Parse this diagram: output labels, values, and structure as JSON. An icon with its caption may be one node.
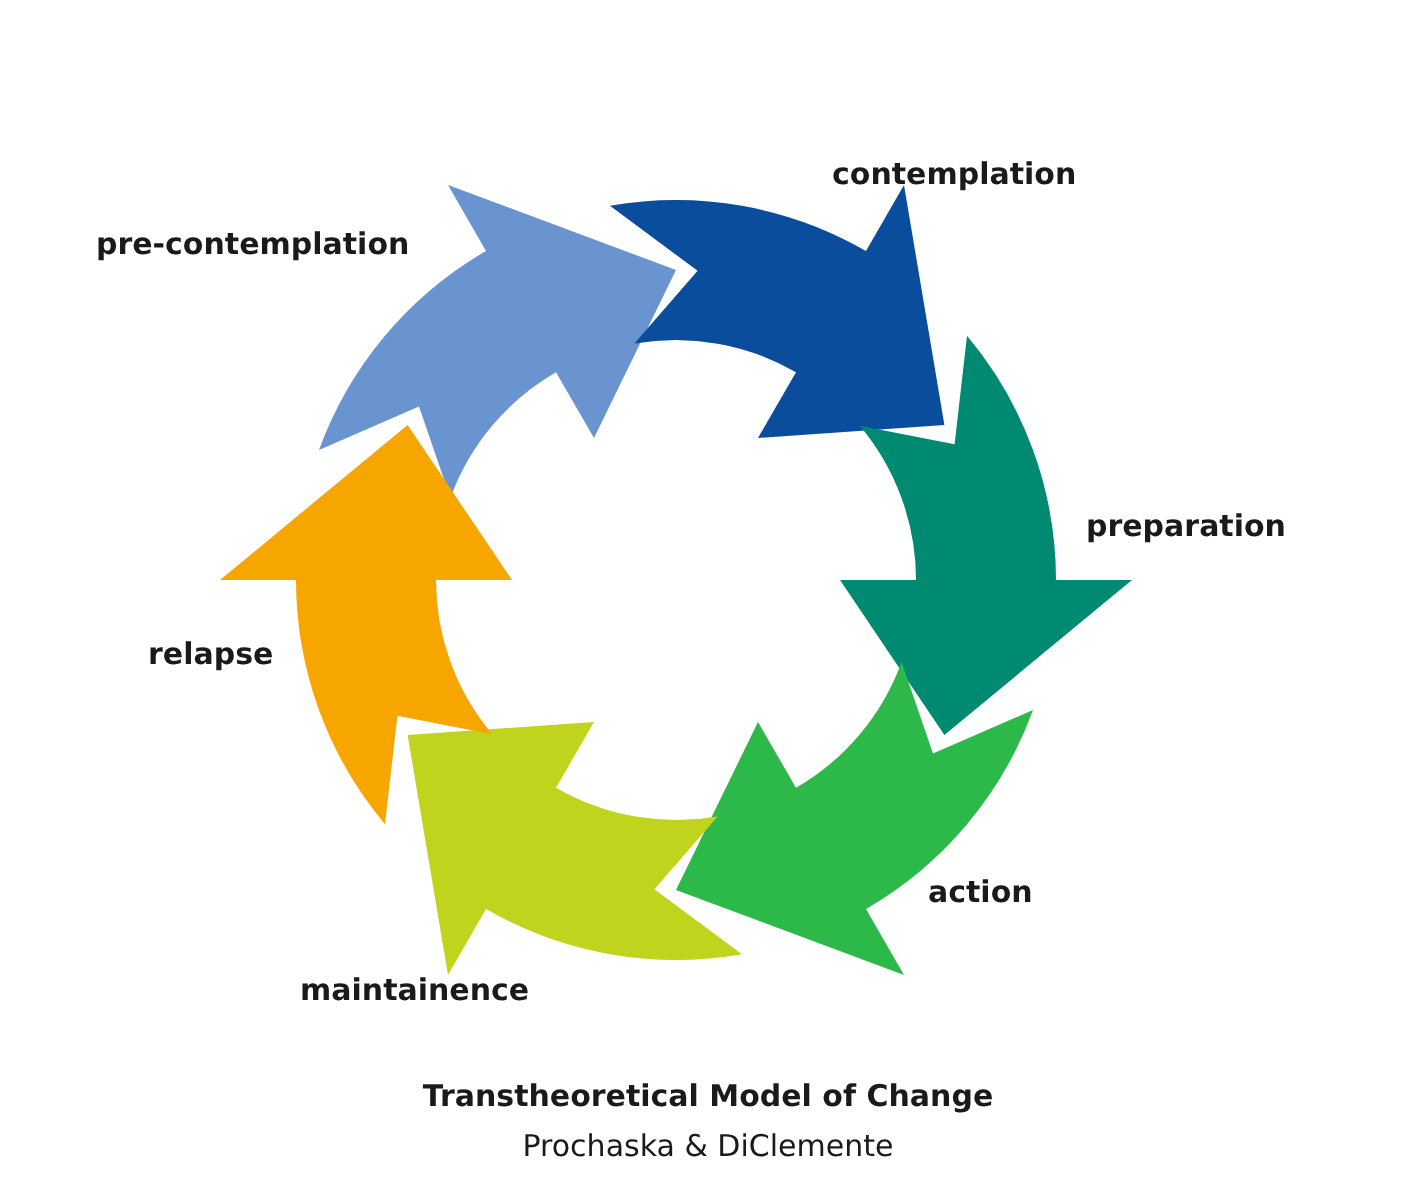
{
  "diagram": {
    "title": "Transtheoretical Model of Change",
    "nodes": [
      {
        "text": [
          "pre-contemplation"
        ]
      },
      {
        "text": [
          "contemplation"
        ]
      },
      {
        "text": [
          "preparation"
        ]
      },
      {
        "text": [
          "action"
        ]
      },
      {
        "text": [
          "maintainence"
        ]
      },
      {
        "text": [
          "relapse"
        ]
      }
    ],
    "edges": [
      {
        "from": 0,
        "to": 1,
        "arrow": "to",
        "style": "thick",
        "color": "#6a94cf"
      },
      {
        "from": 1,
        "to": 2,
        "arrow": "to",
        "style": "thick",
        "color": "#0a4d9c"
      },
      {
        "from": 2,
        "to": 3,
        "arrow": "to",
        "style": "thick",
        "color": "#008a72"
      },
      {
        "from": 3,
        "to": 4,
        "arrow": "to",
        "style": "thick",
        "color": "#2db84a"
      },
      {
        "from": 4,
        "to": 5,
        "arrow": "to",
        "style": "thick",
        "color": "#c0d41e"
      },
      {
        "from": 5,
        "to": 0,
        "arrow": "to",
        "style": "thick",
        "color": "#f7a600"
      }
    ],
    "labels": [
      "Prochaska & DiClemente"
    ]
  }
}
